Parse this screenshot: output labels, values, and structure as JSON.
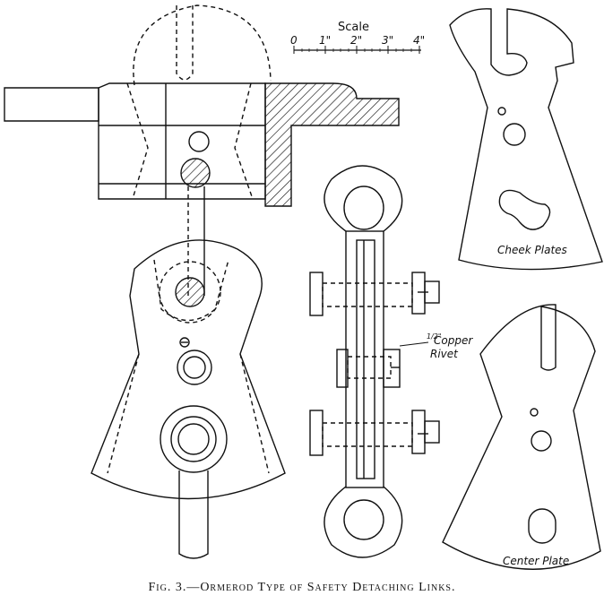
{
  "figure": {
    "caption": "Fig. 3.—Ormerod Type of Safety Detaching Links."
  },
  "scale": {
    "title": "Scale",
    "ticks": [
      "0",
      "1\"",
      "2\"",
      "3\"",
      "4\""
    ]
  },
  "labels": {
    "cheek_plates": "Cheek Plates",
    "center_plate": "Center Plate",
    "copper_fraction": "1/2\"",
    "copper_line1": "Copper",
    "copper_line2": "Rivet"
  }
}
